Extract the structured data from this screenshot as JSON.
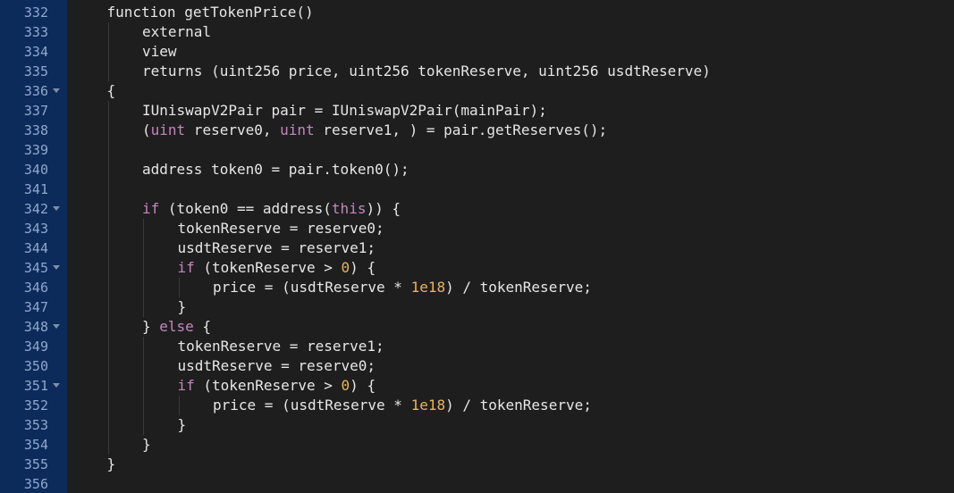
{
  "theme": {
    "gutter_bg": "#0c2a5a",
    "editor_bg": "#1e1e1e",
    "line_number_color": "#8fa8cc",
    "text_color": "#e6e6e6",
    "keyword_color": "#c586c0",
    "number_color": "#e8b45a"
  },
  "lines": [
    {
      "n": "332",
      "indent": 1,
      "fold": false,
      "tokens": [
        {
          "t": "function getTokenPrice()"
        }
      ]
    },
    {
      "n": "333",
      "indent": 2,
      "fold": false,
      "tokens": [
        {
          "t": "external"
        }
      ]
    },
    {
      "n": "334",
      "indent": 2,
      "fold": false,
      "tokens": [
        {
          "t": "view"
        }
      ]
    },
    {
      "n": "335",
      "indent": 2,
      "fold": false,
      "tokens": [
        {
          "t": "returns (uint256 price, uint256 tokenReserve, uint256 usdtReserve)"
        }
      ]
    },
    {
      "n": "336",
      "indent": 1,
      "fold": true,
      "tokens": [
        {
          "t": "{"
        }
      ]
    },
    {
      "n": "337",
      "indent": 2,
      "fold": false,
      "tokens": [
        {
          "t": "IUniswapV2Pair pair = IUniswapV2Pair(mainPair);"
        }
      ]
    },
    {
      "n": "338",
      "indent": 2,
      "fold": false,
      "tokens": [
        {
          "t": "("
        },
        {
          "t": "uint",
          "c": "keyword"
        },
        {
          "t": " reserve0, "
        },
        {
          "t": "uint",
          "c": "keyword"
        },
        {
          "t": " reserve1, ) = pair.getReserves();"
        }
      ]
    },
    {
      "n": "339",
      "indent": 0,
      "fold": false,
      "tokens": []
    },
    {
      "n": "340",
      "indent": 2,
      "fold": false,
      "tokens": [
        {
          "t": "address token0 = pair.token0();"
        }
      ]
    },
    {
      "n": "341",
      "indent": 0,
      "fold": false,
      "tokens": []
    },
    {
      "n": "342",
      "indent": 2,
      "fold": true,
      "tokens": [
        {
          "t": "if",
          "c": "keyword"
        },
        {
          "t": " (token0 == address("
        },
        {
          "t": "this",
          "c": "keyword"
        },
        {
          "t": ")) {"
        }
      ]
    },
    {
      "n": "343",
      "indent": 3,
      "fold": false,
      "tokens": [
        {
          "t": "tokenReserve = reserve0;"
        }
      ]
    },
    {
      "n": "344",
      "indent": 3,
      "fold": false,
      "tokens": [
        {
          "t": "usdtReserve = reserve1;"
        }
      ]
    },
    {
      "n": "345",
      "indent": 3,
      "fold": true,
      "tokens": [
        {
          "t": "if",
          "c": "keyword"
        },
        {
          "t": " (tokenReserve > "
        },
        {
          "t": "0",
          "c": "number"
        },
        {
          "t": ") {"
        }
      ]
    },
    {
      "n": "346",
      "indent": 4,
      "fold": false,
      "tokens": [
        {
          "t": "price = (usdtReserve * "
        },
        {
          "t": "1e18",
          "c": "number"
        },
        {
          "t": ") / tokenReserve;"
        }
      ]
    },
    {
      "n": "347",
      "indent": 3,
      "fold": false,
      "tokens": [
        {
          "t": "}"
        }
      ]
    },
    {
      "n": "348",
      "indent": 2,
      "fold": true,
      "tokens": [
        {
          "t": "} "
        },
        {
          "t": "else",
          "c": "keyword"
        },
        {
          "t": " {"
        }
      ]
    },
    {
      "n": "349",
      "indent": 3,
      "fold": false,
      "tokens": [
        {
          "t": "tokenReserve = reserve1;"
        }
      ]
    },
    {
      "n": "350",
      "indent": 3,
      "fold": false,
      "tokens": [
        {
          "t": "usdtReserve = reserve0;"
        }
      ]
    },
    {
      "n": "351",
      "indent": 3,
      "fold": true,
      "tokens": [
        {
          "t": "if",
          "c": "keyword"
        },
        {
          "t": " (tokenReserve > "
        },
        {
          "t": "0",
          "c": "number"
        },
        {
          "t": ") {"
        }
      ]
    },
    {
      "n": "352",
      "indent": 4,
      "fold": false,
      "tokens": [
        {
          "t": "price = (usdtReserve * "
        },
        {
          "t": "1e18",
          "c": "number"
        },
        {
          "t": ") / tokenReserve;"
        }
      ]
    },
    {
      "n": "353",
      "indent": 3,
      "fold": false,
      "tokens": [
        {
          "t": "}"
        }
      ]
    },
    {
      "n": "354",
      "indent": 2,
      "fold": false,
      "tokens": [
        {
          "t": "}"
        }
      ]
    },
    {
      "n": "355",
      "indent": 1,
      "fold": false,
      "tokens": [
        {
          "t": "}"
        }
      ]
    },
    {
      "n": "356",
      "indent": 0,
      "fold": false,
      "tokens": []
    }
  ]
}
